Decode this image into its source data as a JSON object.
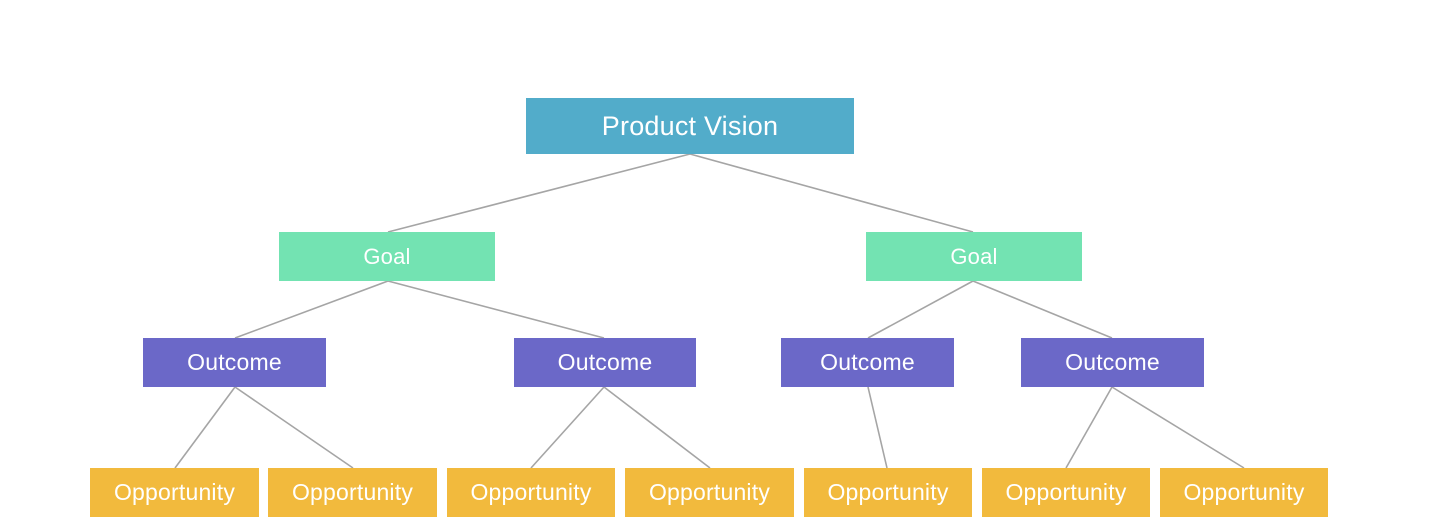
{
  "colors": {
    "vision": "#52acca",
    "goal": "#73e3b2",
    "outcome": "#6b68c8",
    "opportunity": "#f2ba3d",
    "connector": "#a5a5a5",
    "text": "#ffffff"
  },
  "tree": {
    "vision": {
      "label": "Product Vision"
    },
    "goals": [
      {
        "label": "Goal",
        "outcomes": [
          {
            "label": "Outcome",
            "opportunities": [
              {
                "label": "Opportunity"
              },
              {
                "label": "Opportunity"
              }
            ]
          },
          {
            "label": "Outcome",
            "opportunities": [
              {
                "label": "Opportunity"
              },
              {
                "label": "Opportunity"
              }
            ]
          }
        ]
      },
      {
        "label": "Goal",
        "outcomes": [
          {
            "label": "Outcome",
            "opportunities": [
              {
                "label": "Opportunity"
              }
            ]
          },
          {
            "label": "Outcome",
            "opportunities": [
              {
                "label": "Opportunity"
              },
              {
                "label": "Opportunity"
              }
            ]
          }
        ]
      }
    ]
  }
}
